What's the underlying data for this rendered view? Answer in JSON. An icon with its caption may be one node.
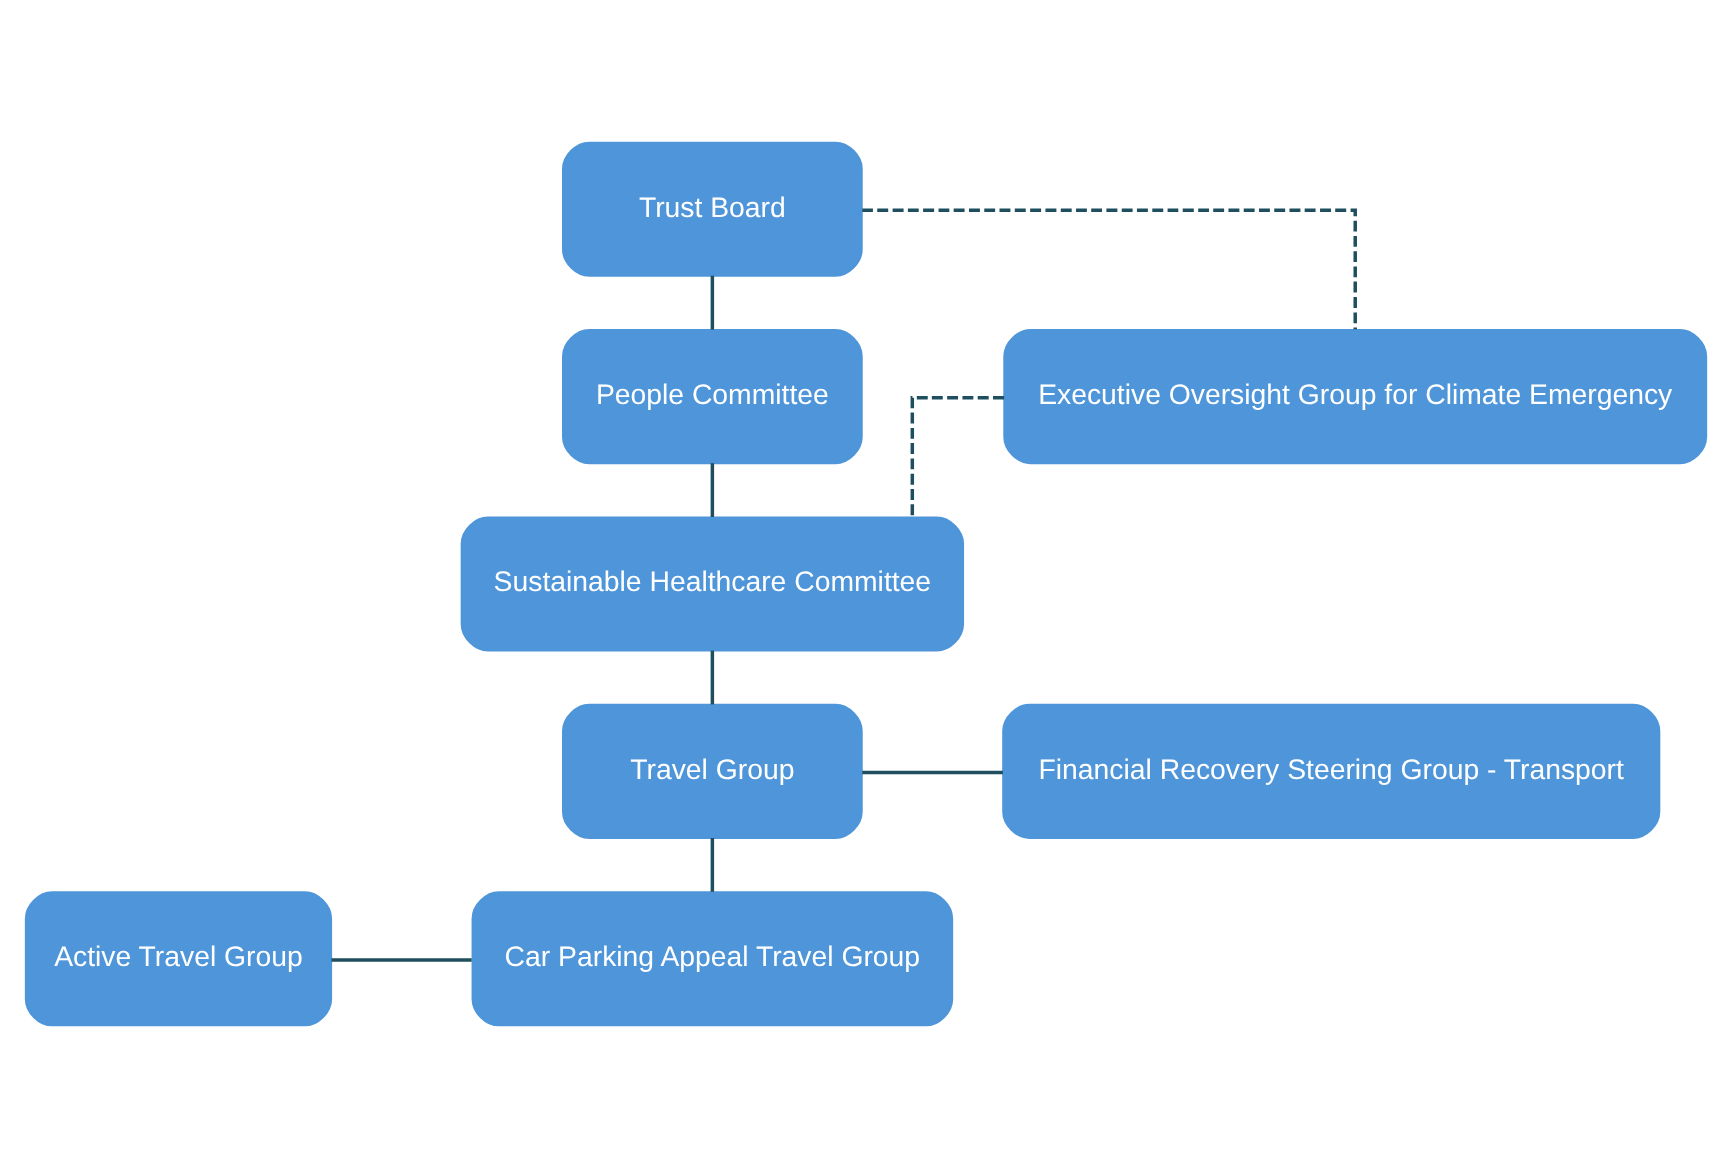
{
  "diagram": {
    "nodes": [
      {
        "text": [
          "Trust Board"
        ]
      },
      {
        "text": [
          "People Committee"
        ]
      },
      {
        "text": [
          "Executive Oversight Group for Climate Emergency"
        ]
      },
      {
        "text": [
          "Sustainable Healthcare Committee"
        ]
      },
      {
        "text": [
          "Travel Group"
        ]
      },
      {
        "text": [
          "Financial Recovery Steering Group - Transport"
        ]
      },
      {
        "text": [
          "Active Travel Group"
        ]
      },
      {
        "text": [
          "Car Parking Appeal Travel Group"
        ]
      }
    ],
    "edges": [
      {
        "from": 0,
        "to": 1,
        "arrow": "none"
      },
      {
        "from": 1,
        "to": 3,
        "arrow": "none"
      },
      {
        "from": 3,
        "to": 4,
        "arrow": "none"
      },
      {
        "from": 4,
        "to": 5,
        "arrow": "none"
      },
      {
        "from": 4,
        "to": 7,
        "arrow": "none"
      },
      {
        "from": 6,
        "to": 7,
        "arrow": "none"
      },
      {
        "from": 0,
        "to": 2,
        "arrow": "none",
        "style": "dashed"
      },
      {
        "from": 2,
        "to": 3,
        "arrow": "none",
        "style": "dashed"
      }
    ]
  }
}
